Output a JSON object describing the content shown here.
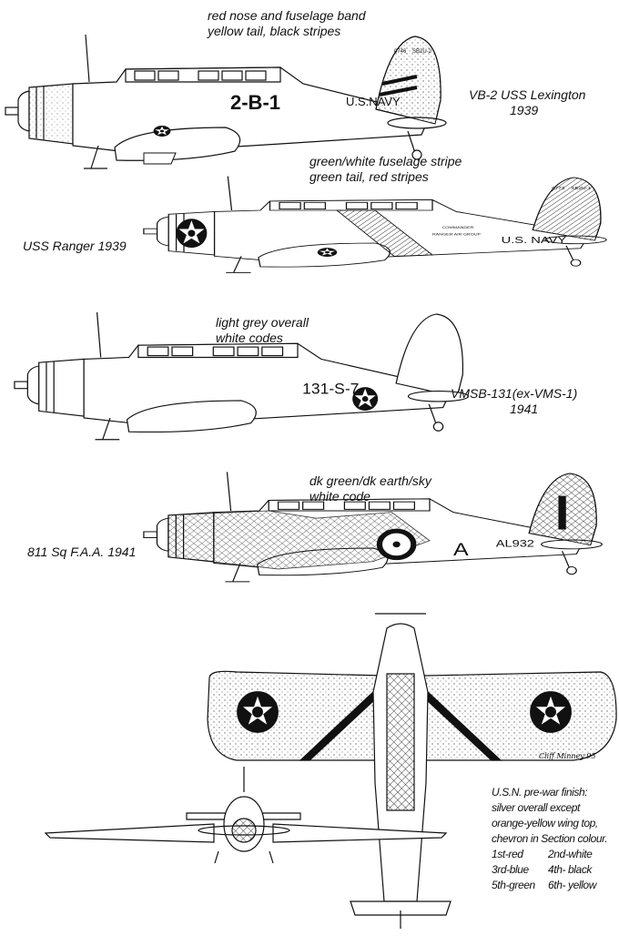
{
  "profiles": [
    {
      "caption": [
        "red nose and fuselage band",
        "yellow tail, black stripes"
      ],
      "unit": "VB-2 USS Lexington",
      "year": "1939",
      "markings": {
        "code": "2-B-1",
        "navy": "U.S.NAVY",
        "serial": "0746",
        "type": "SB2U-2"
      }
    },
    {
      "caption": [
        "green/white fuselage stripe",
        "green tail, red stripes"
      ],
      "unit": "USS Ranger 1939",
      "markings": {
        "cmd1": "COMMANDER",
        "cmd2": "RANGER AIR GROUP",
        "navy": "U.S. NAVY",
        "serial": "0773",
        "type": "SB2U-1"
      }
    },
    {
      "caption": [
        "light grey overall",
        "white codes"
      ],
      "unit": "VMSB-131(ex-VMS-1)",
      "year": "1941",
      "markings": {
        "code": "131-S-7"
      }
    },
    {
      "caption": [
        "dk green/dk earth/sky",
        "white code"
      ],
      "unit": "811 Sq F.A.A. 1941",
      "markings": {
        "letter": "A",
        "serial": "AL932"
      }
    }
  ],
  "signature": "Cliff Minney 95",
  "finish_note": {
    "lines": [
      "U.S.N. pre-war finish:",
      "silver overall except",
      "orange-yellow wing top,",
      "chevron in Section colour."
    ],
    "sections": [
      [
        "1st-red",
        "2nd-white"
      ],
      [
        "3rd-blue",
        "4th- black"
      ],
      [
        "5th-green",
        "6th- yellow"
      ]
    ]
  }
}
